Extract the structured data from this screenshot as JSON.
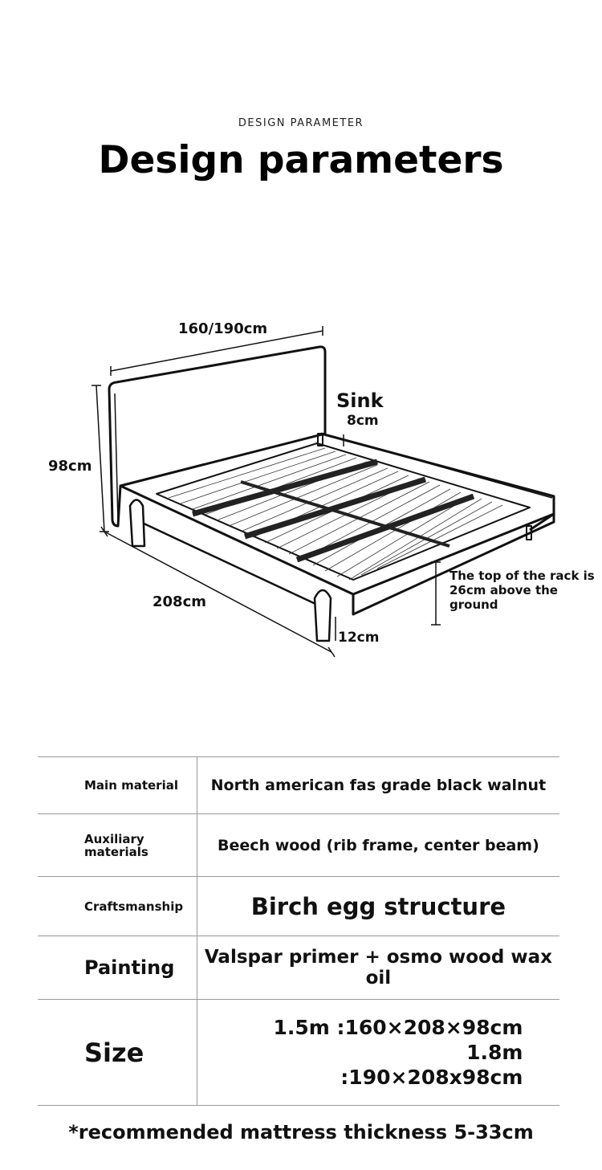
{
  "header": {
    "eyebrow": "DESIGN PARAMETER",
    "title": "Design parameters"
  },
  "diagram": {
    "width_label": "160/190cm",
    "height_label": "98cm",
    "length_label": "208cm",
    "sink_title": "Sink",
    "sink_value": "8cm",
    "leg_label": "12cm",
    "rack_note_lines": [
      "The top of the rack is",
      "26cm above the",
      "ground"
    ]
  },
  "specs": [
    {
      "label": "Main material",
      "value": "North american fas grade black walnut"
    },
    {
      "label": "Auxiliary materials",
      "value": "Beech wood (rib frame, center beam)"
    },
    {
      "label": "Craftsmanship",
      "value": "Birch egg structure"
    },
    {
      "label": "Painting",
      "value": "Valspar primer + osmo wood wax oil"
    },
    {
      "label": "Size",
      "value_lines": [
        "1.5m :160×208×98cm 1.8m",
        ":190×208x98cm"
      ]
    }
  ],
  "footnote": "*recommended mattress thickness 5-33cm"
}
